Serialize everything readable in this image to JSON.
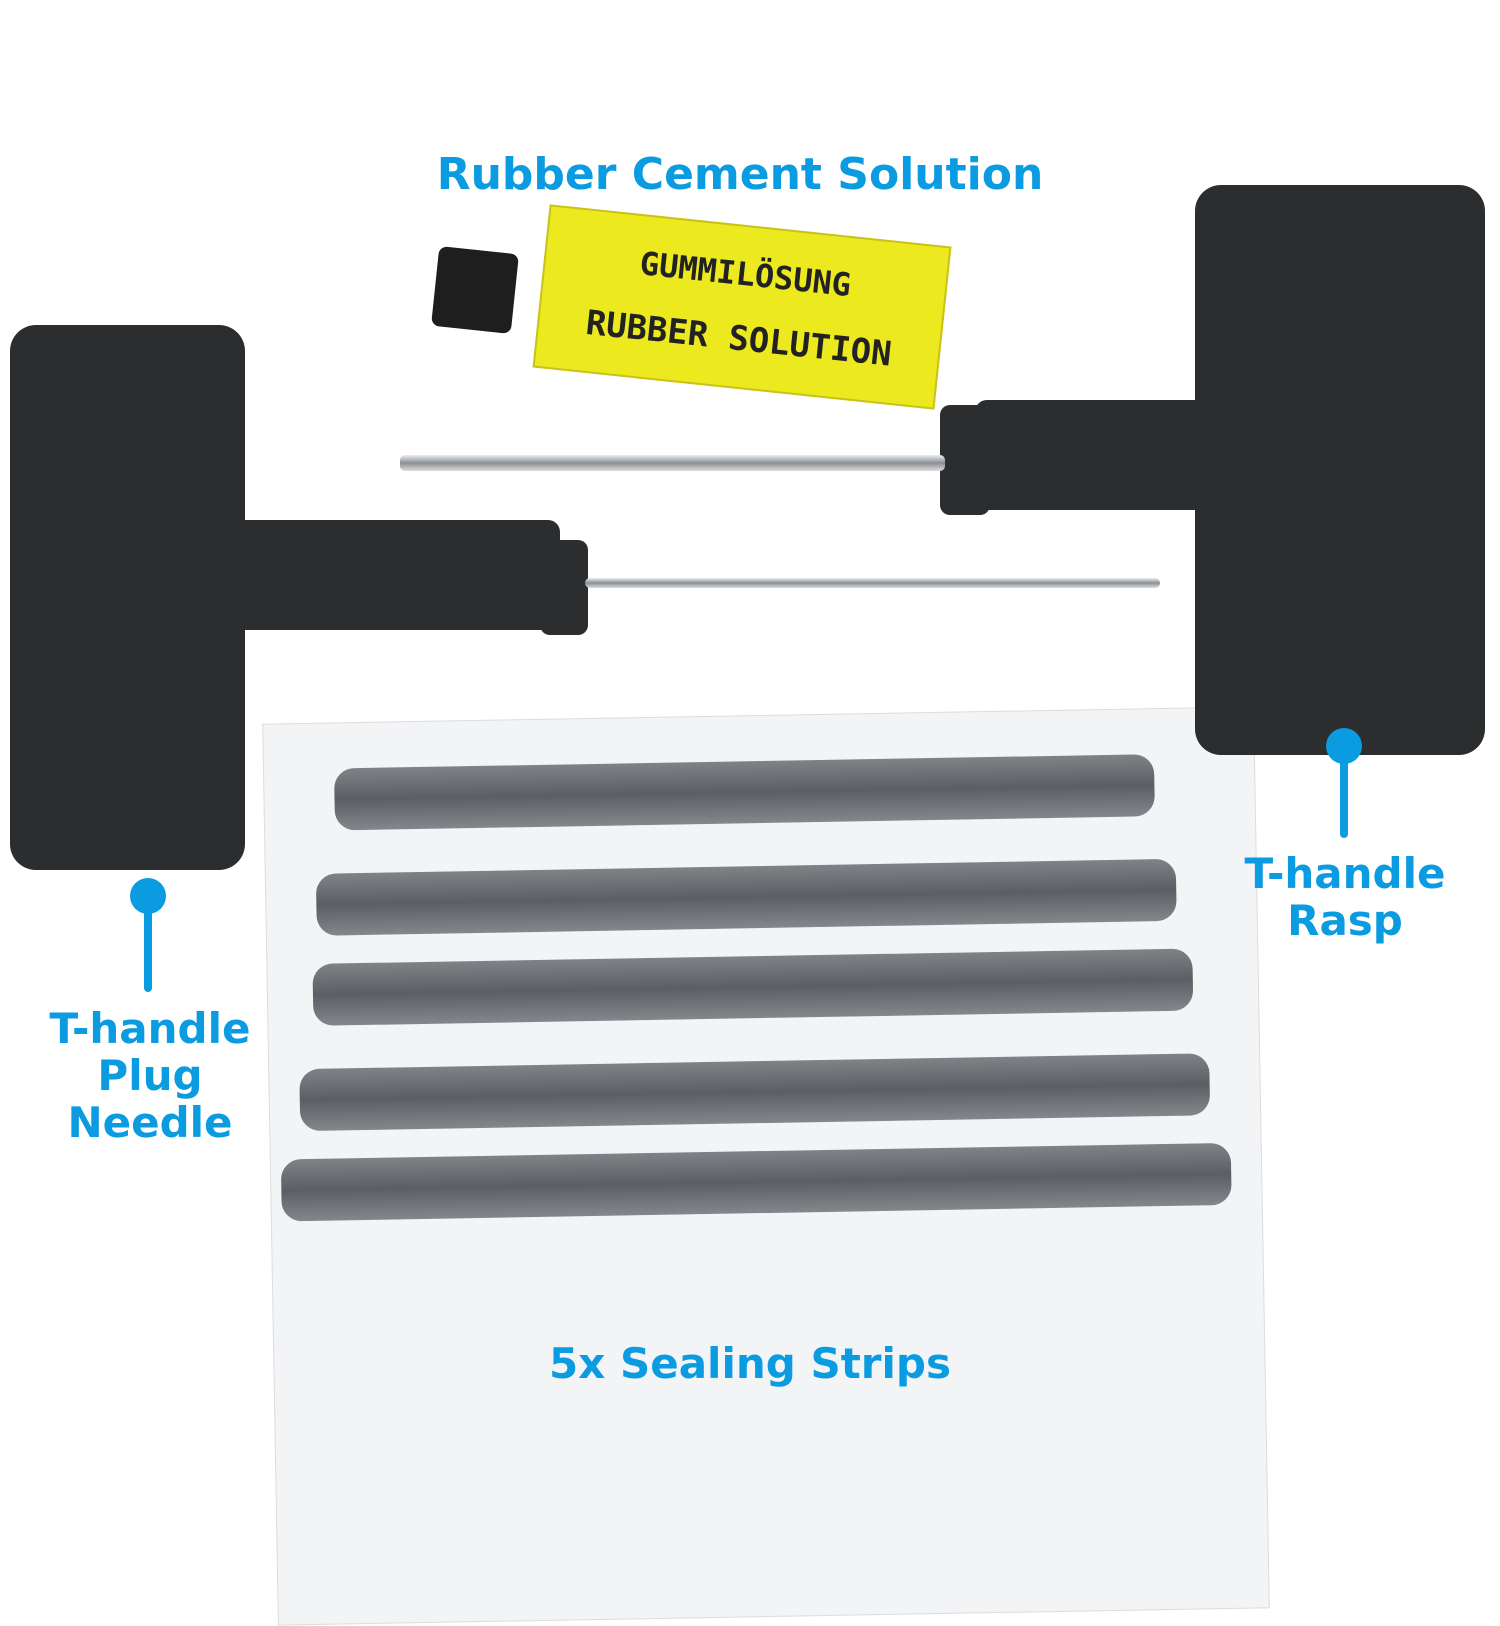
{
  "labels": {
    "rubber_cement": "Rubber Cement Solution",
    "rasp_line1": "T-handle",
    "rasp_line2": "Rasp",
    "needle_line1": "T-handle",
    "needle_line2": "Plug",
    "needle_line3": "Needle",
    "strips": "5x Sealing Strips"
  },
  "tube": {
    "line1": "GUMMILÖSUNG",
    "line2": "RUBBER SOLUTION"
  },
  "colors": {
    "accent": "#0a9be0",
    "tube_yellow": "#ecea1f",
    "handle": "#2b2d2f"
  }
}
